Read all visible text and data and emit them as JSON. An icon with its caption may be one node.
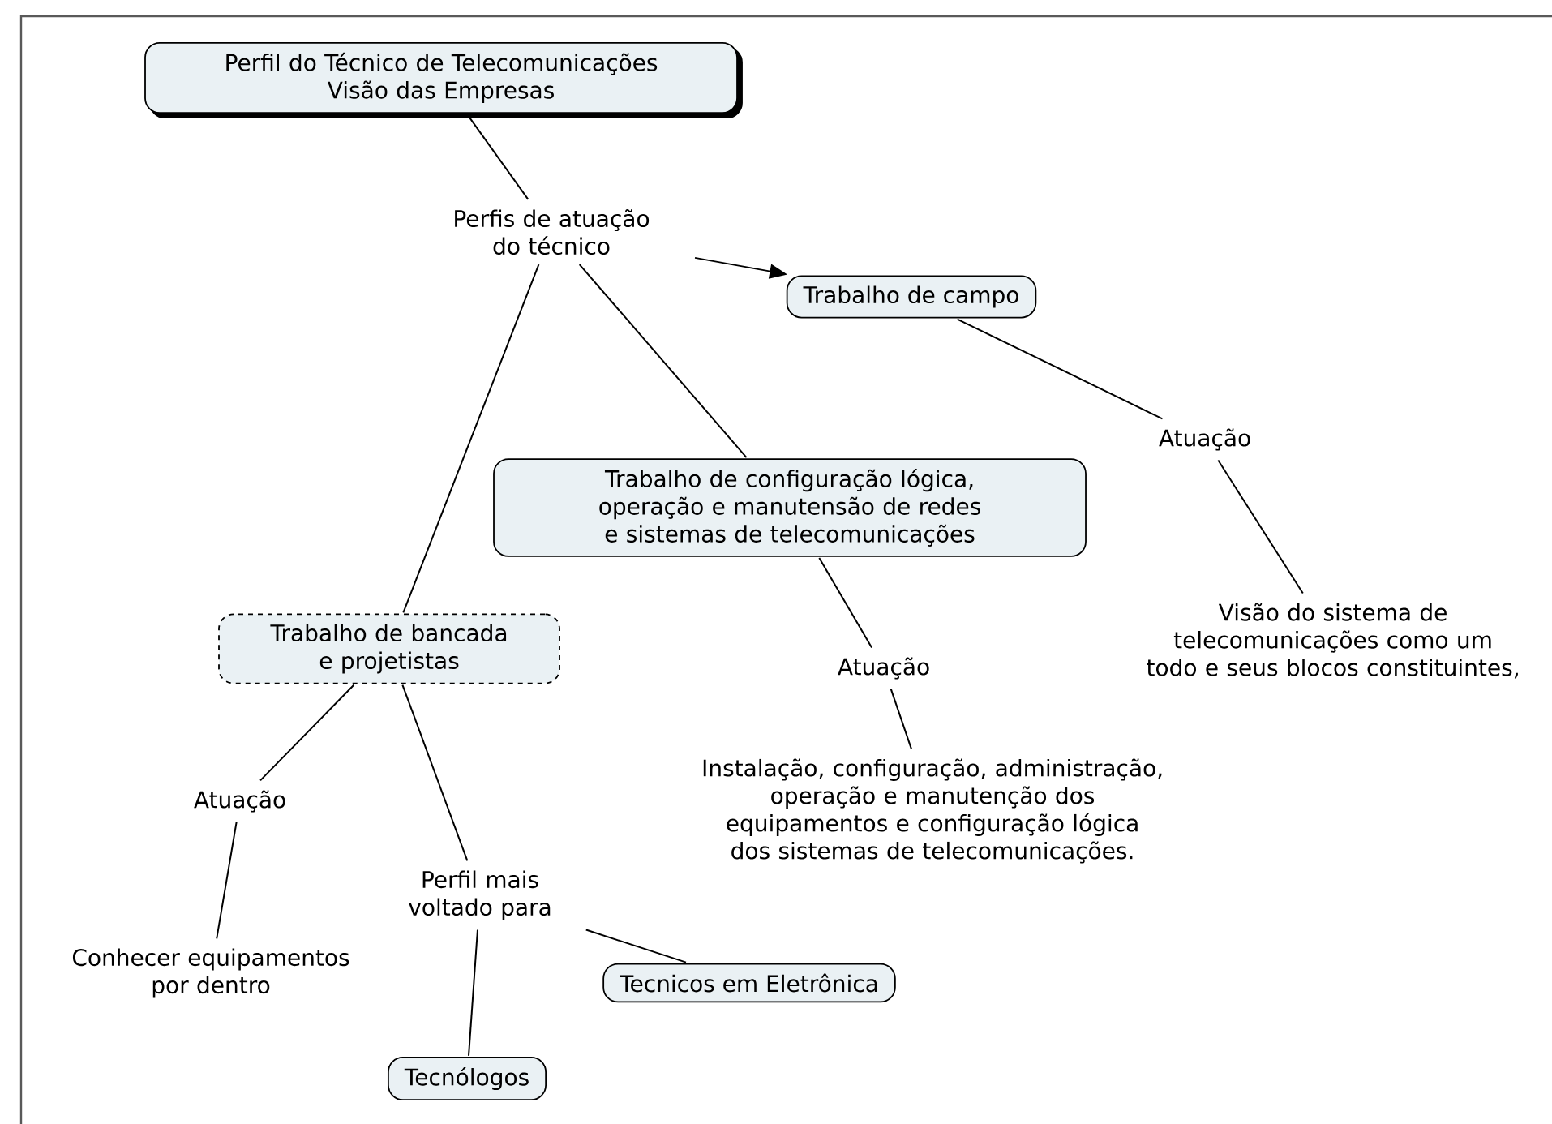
{
  "diagram": {
    "nodes": [
      {
        "text": [
          "Perfil do Técnico de Telecomunicações Visão das Empresas"
        ]
      },
      {
        "text": [
          "Perfis de atuação do técnico"
        ]
      },
      {
        "text": [
          "Trabalho de campo"
        ]
      },
      {
        "text": [
          "Atuação"
        ]
      },
      {
        "text": [
          "Visão do sistema de telecomunicações como um todo e seus blocos constituintes,"
        ]
      },
      {
        "text": [
          "Trabalho de configuração lógica, operação e manutensão de redes e sistemas de telecomunicações"
        ]
      },
      {
        "text": [
          "Atuação"
        ]
      },
      {
        "text": [
          "Instalação, configuração, administração, operação e manutenção dos equipamentos e configuração lógica dos sistemas de telecomunicações."
        ]
      },
      {
        "text": [
          "Trabalho de bancada e projetistas"
        ]
      },
      {
        "text": [
          "Atuação"
        ]
      },
      {
        "text": [
          "Perfil mais voltado para"
        ]
      },
      {
        "text": [
          "Conhecer equipamentos por dentro"
        ]
      },
      {
        "text": [
          "Tecnicos em Eletrônica"
        ]
      },
      {
        "text": [
          "Tecnólogos"
        ]
      }
    ],
    "edges": [
      {
        "from": 0,
        "to": 1,
        "arrow": "none"
      },
      {
        "from": 1,
        "to": 2,
        "arrow": "to"
      },
      {
        "from": 1,
        "to": 5,
        "arrow": "none"
      },
      {
        "from": 1,
        "to": 8,
        "arrow": "none"
      },
      {
        "from": 2,
        "to": 3,
        "arrow": "none"
      },
      {
        "from": 3,
        "to": 4,
        "arrow": "none"
      },
      {
        "from": 5,
        "to": 6,
        "arrow": "none"
      },
      {
        "from": 6,
        "to": 7,
        "arrow": "none"
      },
      {
        "from": 8,
        "to": 9,
        "arrow": "none"
      },
      {
        "from": 9,
        "to": 11,
        "arrow": "none"
      },
      {
        "from": 8,
        "to": 10,
        "arrow": "none"
      },
      {
        "from": 10,
        "to": 12,
        "arrow": "none"
      },
      {
        "from": 10,
        "to": 13,
        "arrow": "none"
      }
    ]
  }
}
